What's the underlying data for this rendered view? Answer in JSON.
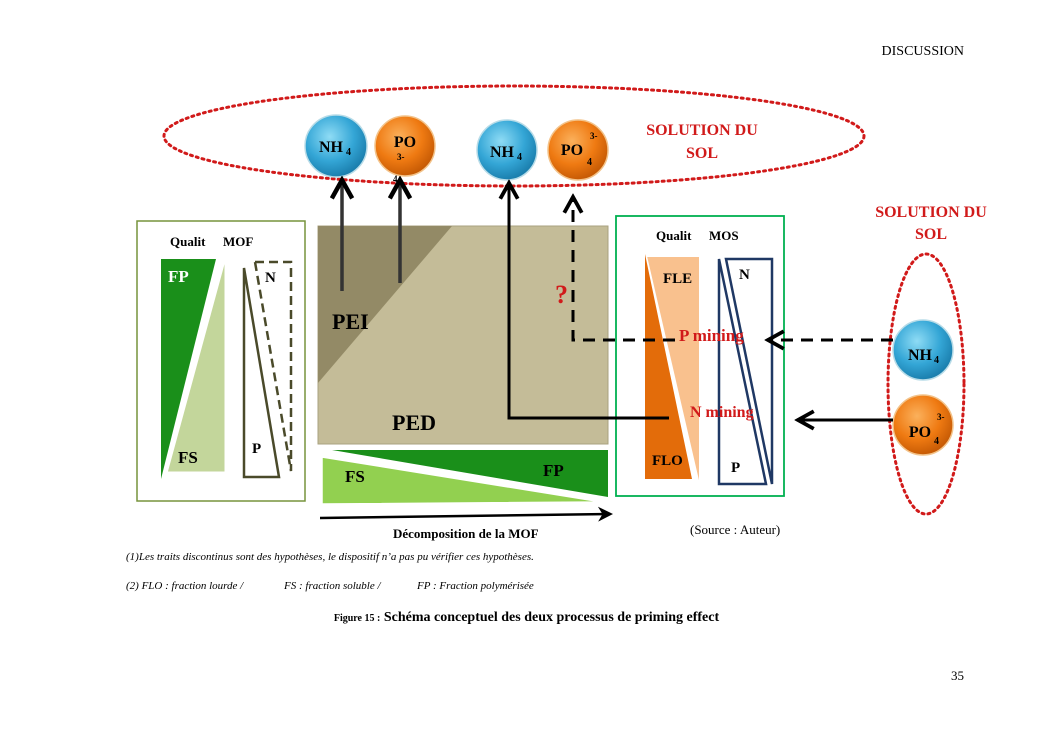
{
  "header": "DISCUSSION",
  "page_number": "35",
  "diagram": {
    "solution_top": "SOLUTION DU SOL",
    "solution_right": "SOLUTION DU SOL",
    "nh4": "NH",
    "nh4_sub": "4",
    "po4": "PO",
    "po4_sub": "4",
    "po4_sup": "3-",
    "left_box": {
      "qualit": "Qualit",
      "mof": "MOF",
      "fp": "FP",
      "fs": "FS",
      "n": "N",
      "p": "P"
    },
    "center": {
      "pei": "PEI",
      "ped": "PED",
      "fs": "FS",
      "fp": "FP"
    },
    "right_box": {
      "qualit": "Qualit",
      "mos": "MOS",
      "fle": "FLE",
      "flo": "FLO",
      "n": "N",
      "p": "P"
    },
    "question_mark": "?",
    "p_mining": "P mining",
    "n_mining": "N mining",
    "decomposition": "Décomposition de la MOF",
    "source": "(Source : Auteur)"
  },
  "notes": {
    "note1": "(1)Les traits discontinus sont des hypothèses, le dispositif n’a pas pu vérifier ces hypothèses.",
    "note2_a": "(2) FLO : fraction lourde /",
    "note2_b": "FS : fraction soluble /",
    "note2_c": "FP : Fraction polymérisée"
  },
  "caption": {
    "prefix": "Figure 15 :",
    "title": "Schéma conceptuel des deux processus de priming effect"
  },
  "colors": {
    "red": "#d11a1a",
    "dark_green": "#1a8f1a",
    "light_green": "#c3d69b",
    "tan": "#c4bc98",
    "olive": "#938a66",
    "orange": "#e36c0a",
    "light_orange": "#f9c18e",
    "blue": "#2f9fd0",
    "navy": "#1f3864"
  }
}
